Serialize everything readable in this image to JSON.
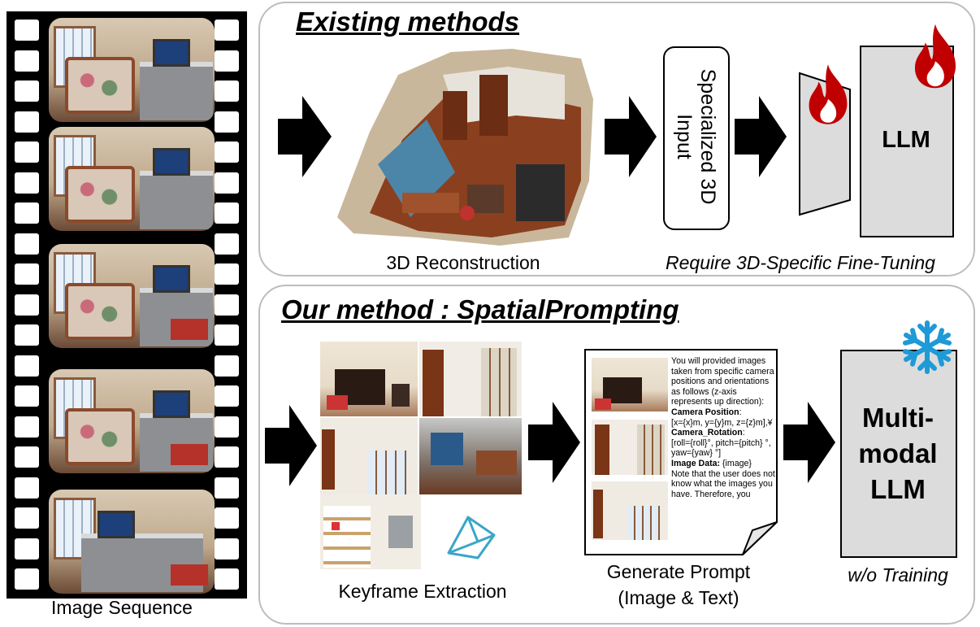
{
  "film": {
    "caption": "Image Sequence"
  },
  "existing": {
    "heading": "Existing methods",
    "reconstruction_caption": "3D Reconstruction",
    "specialized_input_label": "Specialized 3D Input",
    "llm_label": "LLM",
    "fine_tuning_caption": "Require 3D-Specific Fine-Tuning",
    "icon_flame_1": "flame-icon",
    "icon_flame_2": "flame-icon"
  },
  "ours": {
    "heading": "Our method : SpatialPrompting",
    "keyframe_caption": "Keyframe Extraction",
    "prompt_caption_line1": "Generate Prompt",
    "prompt_caption_line2": "(Image & Text)",
    "mllm_line1": "Multi-",
    "mllm_line2": "modal",
    "mllm_line3": "LLM",
    "training_caption": "w/o Training",
    "icon_snowflake": "snowflake-icon",
    "icon_camera": "camera-frustum-icon",
    "prompt_text": {
      "intro": "You will provided images taken from specific camera positions and orientations as follows (z-axis represents up direction):",
      "cam_pos_label": "Camera Position",
      "cam_pos_value": "[x={x}m, y={y}m, z={z}m],¥",
      "cam_rot_label": "Camera_Rotation",
      "cam_rot_value": "[roll={roll}°, pitch={pitch} °, yaw={yaw} °]",
      "img_label": "Image Data:",
      "img_value": " {image}",
      "note": "Note that the user does not know what the images you have. Therefore, you"
    }
  },
  "colors": {
    "flame": "#c00000",
    "snowflake": "#1e9ad6",
    "box_fill": "#dcdcdc",
    "camera": "#3aa6c8",
    "panel_border": "#bdbdbd"
  }
}
